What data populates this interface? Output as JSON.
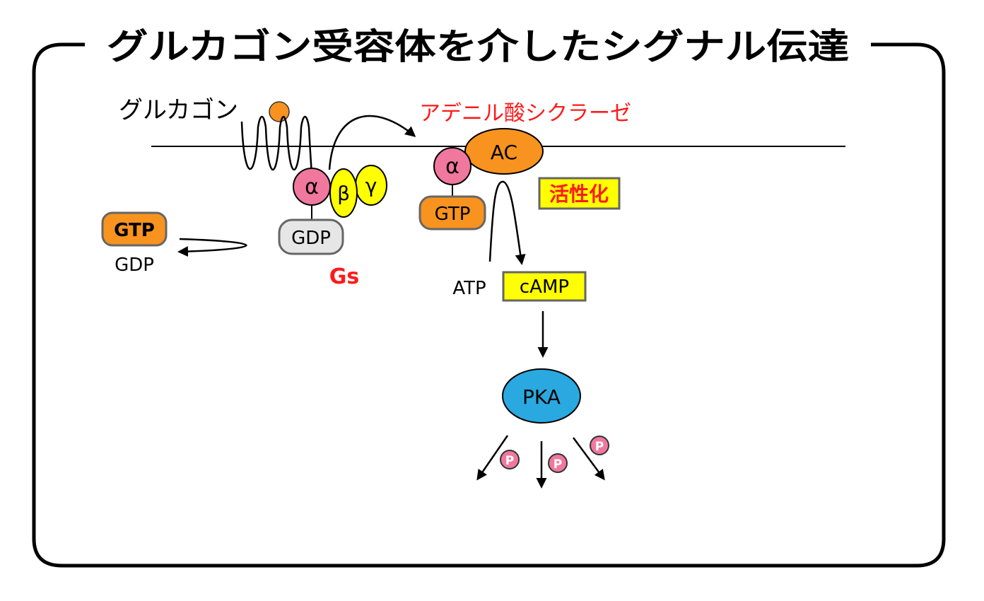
{
  "title": "グルカゴン受容体を介したシグナル伝達",
  "labels": {
    "glucagon": "グルカゴン",
    "adenylyl_cyclase": "アデニル酸シクラーゼ",
    "ac": "AC",
    "activation": "活性化",
    "alpha": "α",
    "beta": "β",
    "gamma": "γ",
    "gdp_bound": "GDP",
    "gtp_on_alpha": "GTP",
    "gtp_exchange_in": "GTP",
    "gdp_exchange_out": "GDP",
    "gs": "Gs",
    "atp": "ATP",
    "camp": "cAMP",
    "pka": "PKA",
    "phosphate": "P"
  },
  "colors": {
    "glucagon_ball": "#f7931e",
    "alpha_subunit": "#f0789f",
    "beta_gamma": "#ffff00",
    "gtp": "#f7931e",
    "gdp": "#e6e6e6",
    "ac": "#f7931e",
    "pka": "#29a9e0",
    "phosphate": "#f0789f",
    "highlight_box": "#ffff00",
    "highlight_border": "#666666",
    "red_text": "#ff1a1a",
    "black": "#000000"
  }
}
